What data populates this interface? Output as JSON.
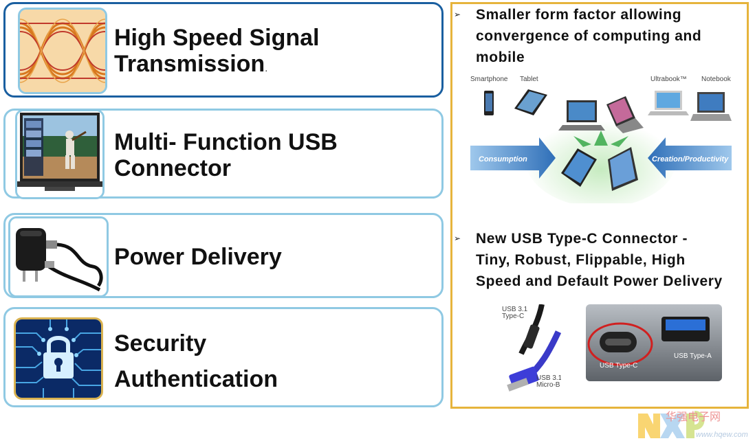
{
  "features": [
    {
      "line1": "High Speed Signal",
      "line2": "Transmission",
      "trail": "."
    },
    {
      "line1": "Multi- Function USB",
      "line2": "Connector"
    },
    {
      "line1": "Power Delivery"
    },
    {
      "line1": "Security",
      "line2": "Authentication"
    }
  ],
  "right_panel": {
    "bullet_symbol": "➢",
    "point1": {
      "lines": [
        "Smaller form factor allowing",
        "convergence of computing and",
        "mobile"
      ]
    },
    "devices": {
      "smartphone": "Smartphone",
      "tablet": "Tablet",
      "ultrabook": "Ultrabook™",
      "notebook": "Notebook",
      "consumption": "Consumption",
      "creation": "Creation/Productivity"
    },
    "point2": {
      "lines": [
        "New USB Type-C Connector -",
        "Tiny, Robust, Flippable, High",
        "Speed and Default Power Delivery"
      ]
    },
    "usb": {
      "typec_cable_label_1": "USB 3.1",
      "typec_cable_label_2": "Type-C",
      "microb_label_1": "USB 3.1",
      "microb_label_2": "Micro-B",
      "port_typec": "USB Type-C",
      "port_typea": "USB Type-A"
    }
  },
  "watermark": {
    "logo": "NXP",
    "text": "华强电子网",
    "url": "www.hqew.com"
  },
  "colors": {
    "card_border": "#8fc9e3",
    "card_border_first": "#1a5fa0",
    "panel_border": "#e6b43c",
    "arrow_left": "#3a7dc2",
    "arrow_right": "#3a7dc2",
    "arrow_green": "#39a94a"
  }
}
